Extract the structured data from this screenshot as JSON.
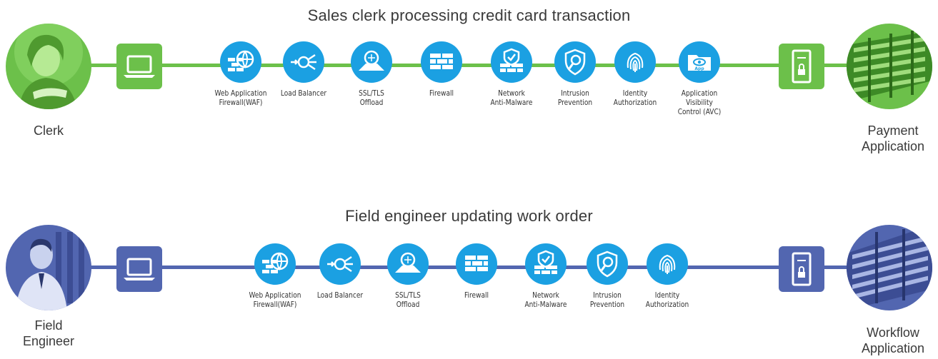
{
  "colors": {
    "green": "#6cc04a",
    "blue": "#5266b0",
    "service_blue": "#1ba0e2"
  },
  "flows": [
    {
      "title": "Sales clerk processing credit card transaction",
      "color": "#6cc04a",
      "left_endpoint": {
        "label": "Clerk",
        "icon": "clerk-photo-icon"
      },
      "right_endpoint": {
        "label": "Payment\nApplication",
        "icon": "server-rack-photo-icon"
      },
      "client_device": "laptop-icon",
      "server_device": "server-tower-icon",
      "services": [
        {
          "label": "Web Application\nFirewall(WAF)",
          "icon": "waf-globe-icon"
        },
        {
          "label": "Load Balancer",
          "icon": "load-balancer-icon"
        },
        {
          "label": "SSL/TLS\nOffload",
          "icon": "ssl-offload-icon"
        },
        {
          "label": "Firewall",
          "icon": "firewall-brick-icon"
        },
        {
          "label": "Network\nAnti-Malware",
          "icon": "anti-malware-shield-icon"
        },
        {
          "label": "Intrusion\nPrevention",
          "icon": "intrusion-shield-icon"
        },
        {
          "label": "Identity\nAuthorization",
          "icon": "fingerprint-icon"
        },
        {
          "label": "Application Visibility\nControl (AVC)",
          "icon": "app-folder-icon"
        }
      ]
    },
    {
      "title": "Field engineer updating work order",
      "color": "#5266b0",
      "left_endpoint": {
        "label": "Field\nEngineer",
        "icon": "engineer-photo-icon"
      },
      "right_endpoint": {
        "label": "Workflow\nApplication",
        "icon": "server-rack-photo-icon"
      },
      "client_device": "laptop-icon",
      "server_device": "server-tower-icon",
      "services": [
        {
          "label": "Web Application\nFirewall(WAF)",
          "icon": "waf-globe-icon"
        },
        {
          "label": "Load Balancer",
          "icon": "load-balancer-icon"
        },
        {
          "label": "SSL/TLS\nOffload",
          "icon": "ssl-offload-icon"
        },
        {
          "label": "Firewall",
          "icon": "firewall-brick-icon"
        },
        {
          "label": "Network\nAnti-Malware",
          "icon": "anti-malware-shield-icon"
        },
        {
          "label": "Intrusion\nPrevention",
          "icon": "intrusion-shield-icon"
        },
        {
          "label": "Identity\nAuthorization",
          "icon": "fingerprint-icon"
        }
      ]
    }
  ]
}
